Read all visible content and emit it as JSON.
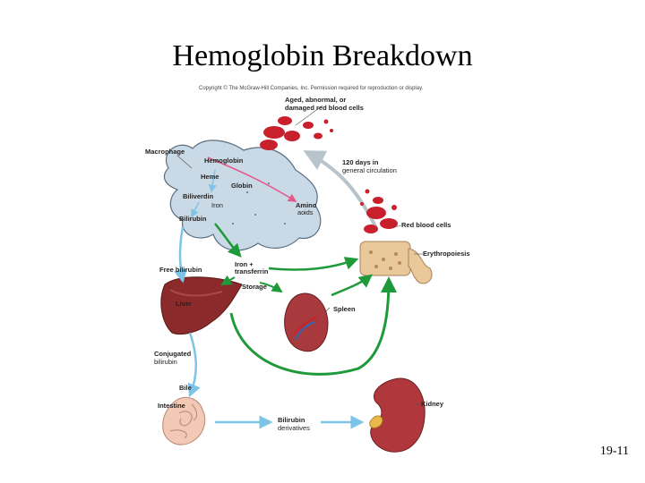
{
  "title": "Hemoglobin Breakdown",
  "copyright": "Copyright © The McGraw-Hill Companies, Inc. Permission required for reproduction or display.",
  "slide_number": "19-11",
  "labels": {
    "aged_cells_line1": "Aged, abnormal, or",
    "aged_cells_line2": "damaged red blood cells",
    "macrophage": "Macrophage",
    "hemoglobin": "Hemoglobin",
    "heme": "Heme",
    "globin": "Globin",
    "biliverdin": "Biliverdin",
    "iron": "Iron",
    "amino_acids_line1": "Amino",
    "amino_acids_line2": "acids",
    "bilirubin": "Bilirubin",
    "days_line1": "120 days in",
    "days_line2": "general circulation",
    "red_blood_cells": "Red blood cells",
    "erythropoiesis": "Erythropoiesis",
    "free_bilirubin": "Free bilirubin",
    "iron_transferrin_line1": "Iron +",
    "iron_transferrin_line2": "transferrin",
    "storage": "Storage",
    "liver": "Liver",
    "spleen": "Spleen",
    "conjugated_line1": "Conjugated",
    "conjugated_line2": "bilirubin",
    "bile": "Bile",
    "intestine": "Intestine",
    "derivatives_line1": "Bilirubin",
    "derivatives_line2": "derivatives",
    "kidney": "Kidney"
  },
  "colors": {
    "green_arrow": "#1f9a3a",
    "blue_arrow": "#7ec3e8",
    "pink_arrow": "#e45a8a",
    "macrophage_fill": "#c9d9e6",
    "rbc": "#c8202c",
    "liver": "#8b2a2a",
    "kidney": "#b0383c",
    "intestine": "#f1c9b4",
    "bone_marrow": "#e9c89a"
  }
}
